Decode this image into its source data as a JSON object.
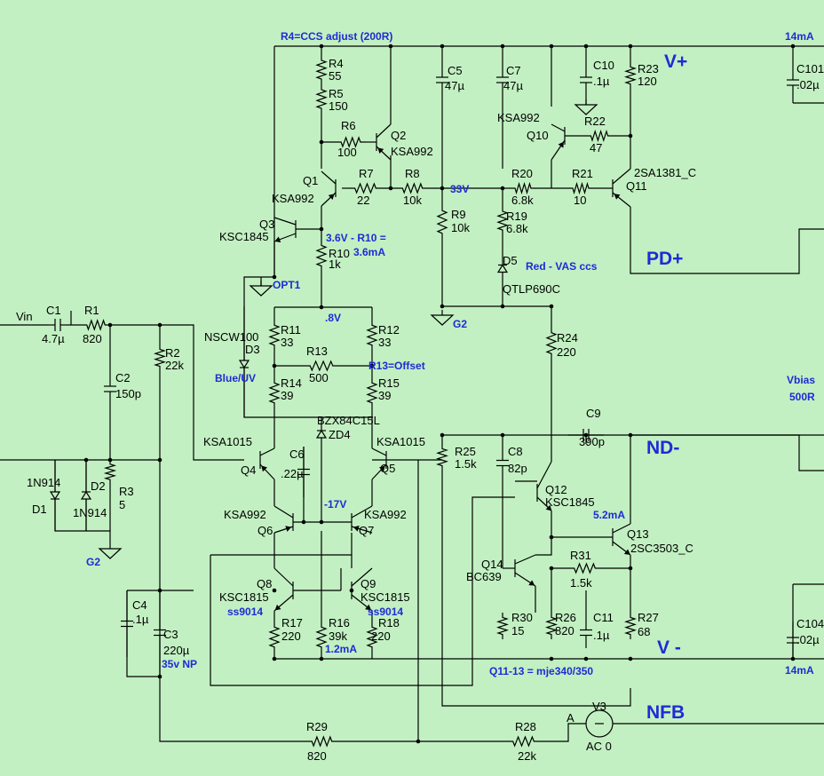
{
  "colors": {
    "background": "#c2f0c2",
    "wire": "#000000",
    "netlabel": "#1e2bd6"
  },
  "directives": {
    "r4_note": "R4=CCS adjust (200R)",
    "r13_note": "R13=Offset",
    "r10_note1": "3.6V - R10 =",
    "r10_note2": "3.6mA",
    "v33": "33V",
    "v08": ".8V",
    "vm17": "-17V",
    "i12ma": "1.2mA",
    "i52ma": "5.2mA",
    "i14a": "14mA",
    "i14b": "14mA",
    "qnote": "Q11-13 = mje340/350",
    "d5note": "Red - VAS ccs",
    "d3note": "Blue/UV",
    "vbias1": "Vbias",
    "vbias2": "500R",
    "c3note": "35v NP"
  },
  "netlabels": {
    "vin": "Vin",
    "vplus": "V+",
    "vminus": "V -",
    "pdplus": "PD+",
    "ndminus": "ND-",
    "nfb": "NFB",
    "opt1": "OPT1",
    "g2a": "G2",
    "g2b": "G2",
    "nodeA": "A"
  },
  "components": {
    "c1": [
      "C1",
      "4.7µ"
    ],
    "r1": [
      "R1",
      "820"
    ],
    "c2": [
      "C2",
      "150p"
    ],
    "r2": [
      "R2",
      "22k"
    ],
    "r3": [
      "R3",
      "5"
    ],
    "d1": [
      "D1",
      "1N914"
    ],
    "d2": [
      "D2",
      "1N914"
    ],
    "c4": [
      "C4",
      ".1µ"
    ],
    "c3": [
      "C3",
      "220µ"
    ],
    "r4": [
      "R4",
      "55"
    ],
    "r5": [
      "R5",
      "150"
    ],
    "r6": [
      "R6",
      "100"
    ],
    "q2": [
      "Q2",
      "KSA992"
    ],
    "q1": [
      "Q1",
      "KSA992"
    ],
    "r7": [
      "R7",
      "22"
    ],
    "r8": [
      "R8",
      "10k"
    ],
    "q3": [
      "Q3",
      "KSC1845"
    ],
    "r10": [
      "R10",
      "1k"
    ],
    "d3": [
      "D3",
      "NSCW100"
    ],
    "r11": [
      "R11",
      "33"
    ],
    "r12": [
      "R12",
      "33"
    ],
    "r13": [
      "R13",
      "500"
    ],
    "r14": [
      "R14",
      "39"
    ],
    "r15": [
      "R15",
      "39"
    ],
    "zd4": [
      "ZD4",
      "BZX84C15L"
    ],
    "q4": [
      "Q4",
      "KSA1015"
    ],
    "q5": [
      "Q5",
      "KSA1015"
    ],
    "c6": [
      "C6",
      ".22µ"
    ],
    "q6": [
      "Q6",
      "KSA992"
    ],
    "q7": [
      "Q7",
      "KSA992"
    ],
    "q8": [
      "Q8",
      "KSC1815",
      "ss9014"
    ],
    "q9": [
      "Q9",
      "KSC1815",
      "ss9014"
    ],
    "r17": [
      "R17",
      "220"
    ],
    "r16": [
      "R16",
      "39k"
    ],
    "r18": [
      "R18",
      "220"
    ],
    "c5": [
      "C5",
      "47µ"
    ],
    "r9": [
      "R9",
      "10k"
    ],
    "c7": [
      "C7",
      "47µ"
    ],
    "q10": [
      "Q10",
      "KSA992"
    ],
    "c10": [
      "C10",
      ".1µ"
    ],
    "r22": [
      "R22",
      "47"
    ],
    "r23": [
      "R23",
      "120"
    ],
    "c101": [
      "C101",
      ".02µ"
    ],
    "r20": [
      "R20",
      "6.8k"
    ],
    "r21": [
      "R21",
      "10"
    ],
    "q11": [
      "Q11",
      "2SA1381_C"
    ],
    "r19": [
      "R19",
      "6.8k"
    ],
    "d5": [
      "D5",
      "QTLP690C"
    ],
    "r24": [
      "R24",
      "220"
    ],
    "c9": [
      "C9",
      "390p"
    ],
    "r25": [
      "R25",
      "1.5k"
    ],
    "c8": [
      "C8",
      "82p"
    ],
    "q12": [
      "Q12",
      "KSC1845"
    ],
    "q13": [
      "Q13",
      "2SC3503_C"
    ],
    "q14": [
      "Q14",
      "BC639"
    ],
    "r31": [
      "R31",
      "1.5k"
    ],
    "r30": [
      "R30",
      "15"
    ],
    "r26": [
      "R26",
      "820"
    ],
    "c11": [
      "C11",
      ".1µ"
    ],
    "r27": [
      "R27",
      "68"
    ],
    "c104": [
      "C104",
      ".02µ"
    ],
    "r29": [
      "R29",
      "820"
    ],
    "r28": [
      "R28",
      "22k"
    ],
    "v3": [
      "V3",
      "AC 0"
    ]
  }
}
